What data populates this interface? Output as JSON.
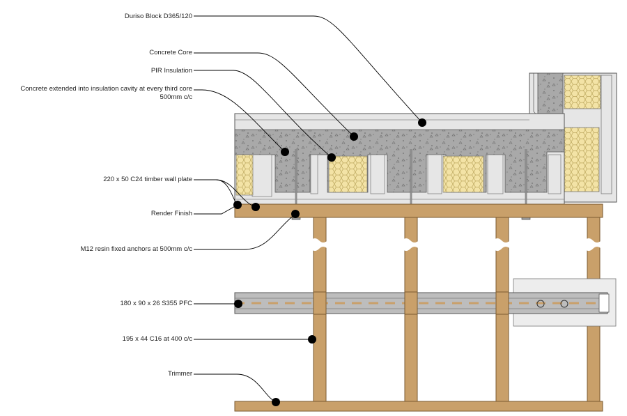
{
  "labels": {
    "block": "Duriso Block D365/120",
    "core": "Concrete Core",
    "pir": "PIR Insulation",
    "extended_1": "Concrete extended into insulation cavity at every third core",
    "extended_2": "500mm c/c",
    "wallplate": "220 x 50 C24 timber wall plate",
    "render": "Render Finish",
    "anchors": "M12 resin fixed anchors at 500mm c/c",
    "pfc": "180 x 90 x 26 S355 PFC",
    "joists": "195 x 44 C16 at 400 c/c",
    "trimmer": "Trimmer"
  },
  "colors": {
    "concrete": "#a9a9a9",
    "block": "#e6e6e6",
    "insulation": "#f3e3a6",
    "timber": "#c9a06a",
    "timber_edge": "#7a5a30",
    "steel": "#bdbdbd",
    "leader": "#000000"
  }
}
